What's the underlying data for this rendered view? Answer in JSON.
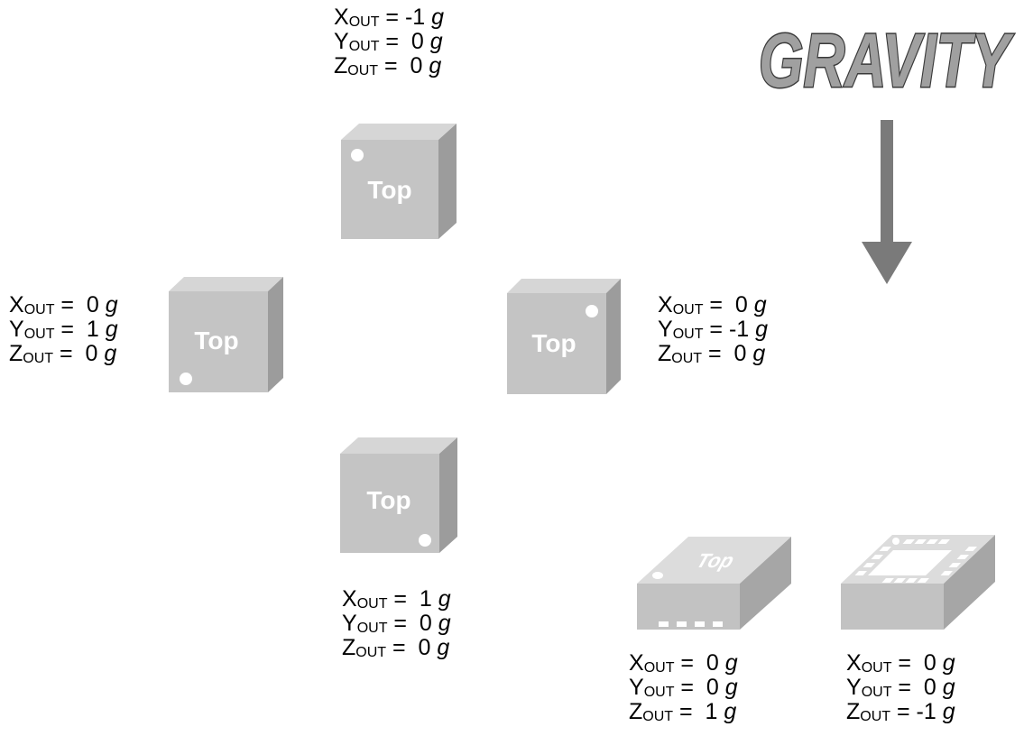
{
  "title": "GRAVITY",
  "cube_label": "Top",
  "axis_subscript": "OUT",
  "unit": "g",
  "colors": {
    "cube_front": "#c4c4c4",
    "cube_top": "#d6d6d6",
    "cube_side": "#9c9c9c",
    "pkg_front": "#c2c2c2",
    "pkg_top": "#dcdcdc",
    "pkg_side": "#a6a6a6",
    "pad": "#ffffff",
    "arrow": "#7a7a7a",
    "title_fill": "#a0a0a0",
    "title_stroke": "#3a3a3a"
  },
  "orientations": [
    {
      "id": "top",
      "readings": [
        {
          "axis": "X",
          "eq": " = -1 "
        },
        {
          "axis": "Y",
          "eq": " =  0 "
        },
        {
          "axis": "Z",
          "eq": " =  0 "
        }
      ]
    },
    {
      "id": "left",
      "readings": [
        {
          "axis": "X",
          "eq": " =  0 "
        },
        {
          "axis": "Y",
          "eq": " =  1 "
        },
        {
          "axis": "Z",
          "eq": " =  0 "
        }
      ]
    },
    {
      "id": "right",
      "readings": [
        {
          "axis": "X",
          "eq": " =  0 "
        },
        {
          "axis": "Y",
          "eq": " = -1 "
        },
        {
          "axis": "Z",
          "eq": " =  0 "
        }
      ]
    },
    {
      "id": "bottom",
      "readings": [
        {
          "axis": "X",
          "eq": " =  1 "
        },
        {
          "axis": "Y",
          "eq": " =  0 "
        },
        {
          "axis": "Z",
          "eq": " =  0 "
        }
      ]
    },
    {
      "id": "flat-up",
      "readings": [
        {
          "axis": "X",
          "eq": " =  0 "
        },
        {
          "axis": "Y",
          "eq": " =  0 "
        },
        {
          "axis": "Z",
          "eq": " =  1 "
        }
      ]
    },
    {
      "id": "flat-down",
      "readings": [
        {
          "axis": "X",
          "eq": " =  0 "
        },
        {
          "axis": "Y",
          "eq": " =  0 "
        },
        {
          "axis": "Z",
          "eq": " = -1 "
        }
      ]
    }
  ]
}
